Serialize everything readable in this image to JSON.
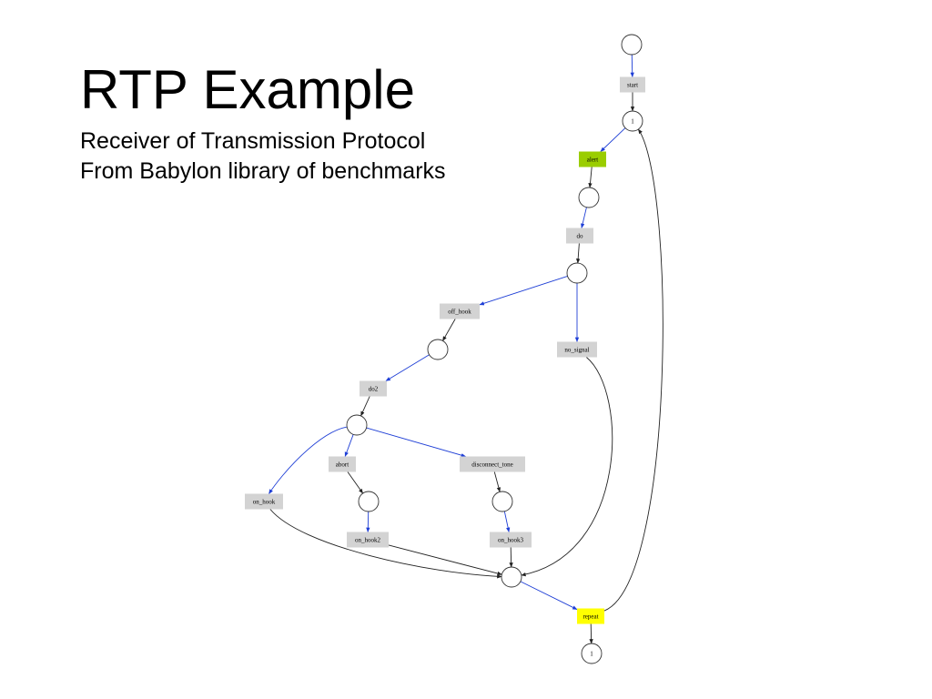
{
  "slide": {
    "title": "RTP Example",
    "subtitle_lines": [
      "Receiver of Transmission Protocol",
      "From Babylon library of benchmarks"
    ]
  },
  "graph": {
    "colors": {
      "node_fill": "#d3d3d3",
      "highlight_green": "#9acd00",
      "highlight_yellow": "#ffff00",
      "edge_blue": "#1f3fd6",
      "edge_black": "#222222"
    },
    "transitions": [
      {
        "id": "start",
        "label": "start",
        "highlight": "none"
      },
      {
        "id": "alert",
        "label": "alert",
        "highlight": "green"
      },
      {
        "id": "do",
        "label": "do",
        "highlight": "none"
      },
      {
        "id": "off_hook",
        "label": "off_hook",
        "highlight": "none"
      },
      {
        "id": "no_signal",
        "label": "no_signal",
        "highlight": "none"
      },
      {
        "id": "do2",
        "label": "do2",
        "highlight": "none"
      },
      {
        "id": "abort",
        "label": "abort",
        "highlight": "none"
      },
      {
        "id": "disconnect_tone",
        "label": "disconnect_tone",
        "highlight": "none"
      },
      {
        "id": "on_hook",
        "label": "on_hook",
        "highlight": "none"
      },
      {
        "id": "on_hook2",
        "label": "on_hook2",
        "highlight": "none"
      },
      {
        "id": "on_hook3",
        "label": "on_hook3",
        "highlight": "none"
      },
      {
        "id": "repeat",
        "label": "repeat",
        "highlight": "yellow"
      }
    ],
    "places": [
      {
        "id": "p0",
        "tokens": ""
      },
      {
        "id": "p1",
        "tokens": "1"
      },
      {
        "id": "p2",
        "tokens": ""
      },
      {
        "id": "p3",
        "tokens": ""
      },
      {
        "id": "p4",
        "tokens": ""
      },
      {
        "id": "p5",
        "tokens": ""
      },
      {
        "id": "p6",
        "tokens": ""
      },
      {
        "id": "p7",
        "tokens": ""
      },
      {
        "id": "p8",
        "tokens": ""
      },
      {
        "id": "p9",
        "tokens": "1"
      }
    ],
    "edges": [
      {
        "from": "p0",
        "to": "start",
        "color": "blue"
      },
      {
        "from": "start",
        "to": "p1",
        "color": "black"
      },
      {
        "from": "p1",
        "to": "alert",
        "color": "blue"
      },
      {
        "from": "alert",
        "to": "p2",
        "color": "black"
      },
      {
        "from": "p2",
        "to": "do",
        "color": "blue"
      },
      {
        "from": "do",
        "to": "p3",
        "color": "black"
      },
      {
        "from": "p3",
        "to": "off_hook",
        "color": "blue"
      },
      {
        "from": "p3",
        "to": "no_signal",
        "color": "blue"
      },
      {
        "from": "off_hook",
        "to": "p4",
        "color": "black"
      },
      {
        "from": "p4",
        "to": "do2",
        "color": "blue"
      },
      {
        "from": "do2",
        "to": "p5",
        "color": "black"
      },
      {
        "from": "p5",
        "to": "on_hook",
        "color": "blue"
      },
      {
        "from": "p5",
        "to": "abort",
        "color": "blue"
      },
      {
        "from": "p5",
        "to": "disconnect_tone",
        "color": "blue"
      },
      {
        "from": "abort",
        "to": "p6",
        "color": "black"
      },
      {
        "from": "p6",
        "to": "on_hook2",
        "color": "blue"
      },
      {
        "from": "disconnect_tone",
        "to": "p7",
        "color": "black"
      },
      {
        "from": "p7",
        "to": "on_hook3",
        "color": "blue"
      },
      {
        "from": "on_hook",
        "to": "p8",
        "color": "black"
      },
      {
        "from": "on_hook2",
        "to": "p8",
        "color": "black"
      },
      {
        "from": "on_hook3",
        "to": "p8",
        "color": "black"
      },
      {
        "from": "no_signal",
        "to": "p8",
        "color": "black"
      },
      {
        "from": "p8",
        "to": "repeat",
        "color": "blue"
      },
      {
        "from": "repeat",
        "to": "p1",
        "color": "black"
      },
      {
        "from": "repeat",
        "to": "p9",
        "color": "black"
      }
    ]
  }
}
